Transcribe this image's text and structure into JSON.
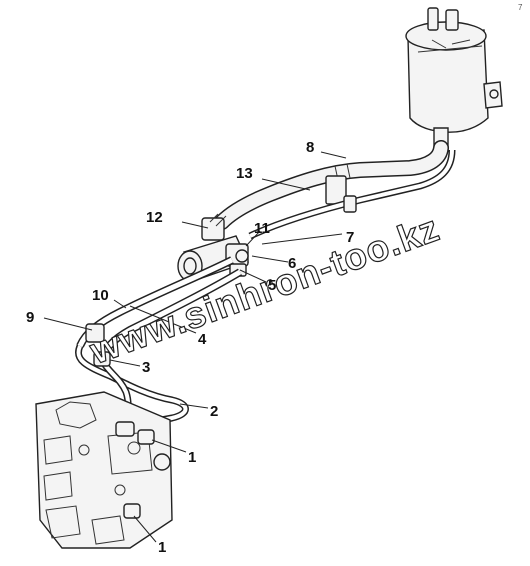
{
  "corner_mark": "7",
  "watermark": "www.sinhron-too.kz",
  "callouts": {
    "c1_top": "1",
    "c1_bottom": "1",
    "c2": "2",
    "c3": "3",
    "c4": "4",
    "c5": "5",
    "c6": "6",
    "c7": "7",
    "c8": "8",
    "c9": "9",
    "c10": "10",
    "c11": "11",
    "c12": "12",
    "c13": "13"
  }
}
